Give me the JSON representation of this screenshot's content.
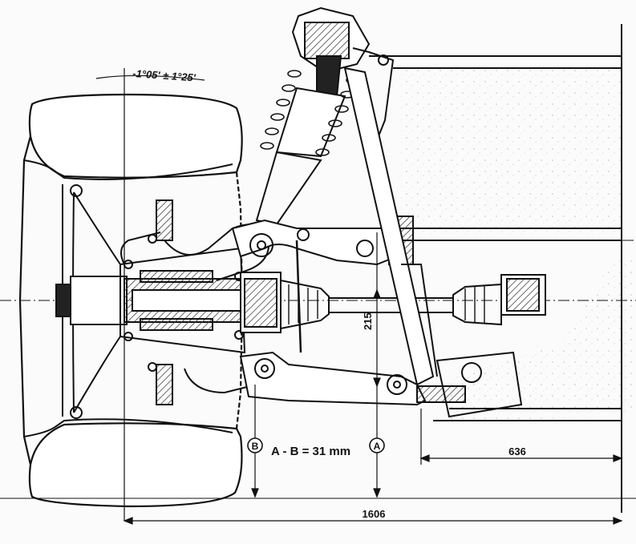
{
  "annotations": {
    "camber_angle": "-1°05' ± 1°25'",
    "height_dimension": "215",
    "marker_b": "B",
    "marker_a": "A",
    "equation": "A - B = 31 mm",
    "half_track_dimension": "636",
    "track_dimension": "1606"
  },
  "colors": {
    "ink": "#111111",
    "paper": "#fbfbfb",
    "hatch": "#444444"
  }
}
